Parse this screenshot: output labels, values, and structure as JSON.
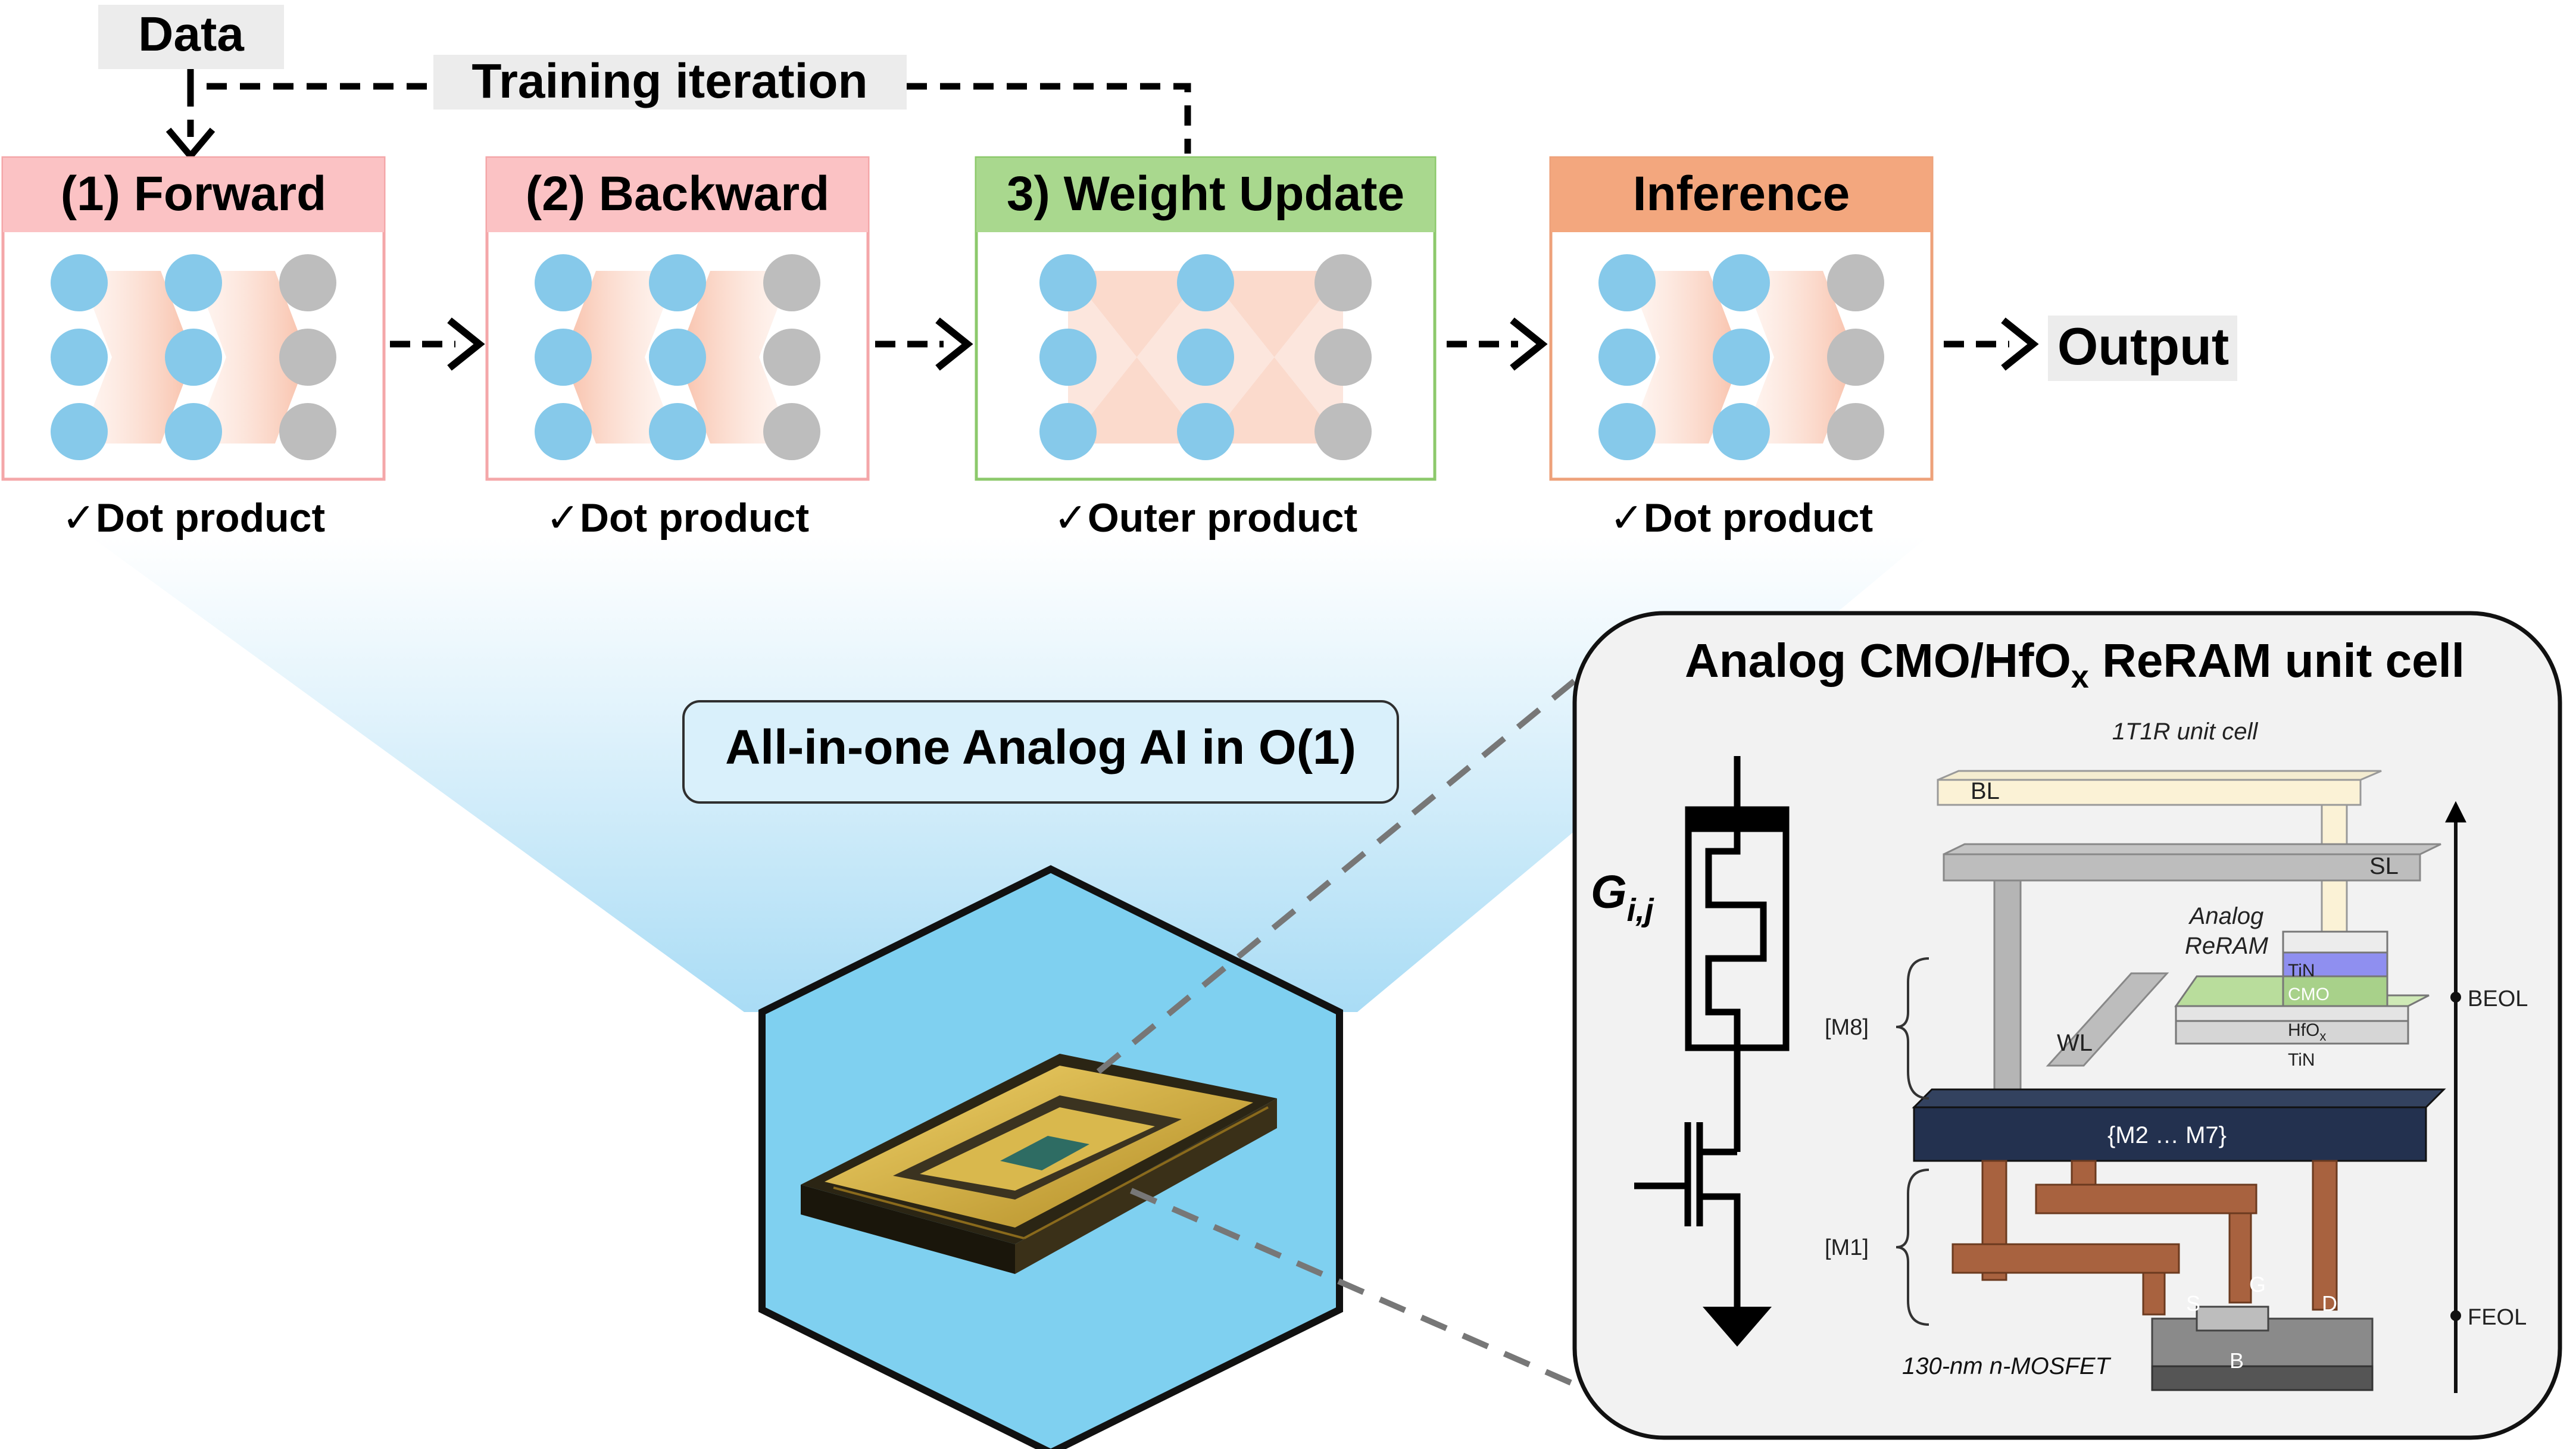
{
  "header": {
    "data_label": "Data",
    "training_label": "Training iteration"
  },
  "stages": [
    {
      "id": "forward",
      "title": "(1) Forward",
      "op": "✓Dot product",
      "direction": "forward",
      "header_color": "#fbc2c4",
      "border_color": "#f4a7a9"
    },
    {
      "id": "backward",
      "title": "(2) Backward",
      "op": "✓Dot product",
      "direction": "backward",
      "header_color": "#fbc2c4",
      "border_color": "#f4a7a9"
    },
    {
      "id": "update",
      "title": "3) Weight Update",
      "op": "✓Outer product",
      "direction": "cross",
      "header_color": "#a9d88e",
      "border_color": "#8cc96b"
    },
    {
      "id": "inference",
      "title": "Inference",
      "op": "✓Dot product",
      "direction": "forward",
      "header_color": "#f3a77e",
      "border_color": "#eea17a"
    }
  ],
  "output_label": "Output",
  "center_badge": "All-in-one Analog AI in O(1)",
  "chip": {
    "icon": "chip-icon"
  },
  "cell_panel": {
    "title_prefix": "Analog CMO/HfO",
    "title_subscript": "x",
    "title_suffix": " ReRAM unit cell",
    "subtitle": "1T1R unit cell",
    "conductance_base": "G",
    "conductance_subscript": "i,j",
    "labels": {
      "bl": "BL",
      "sl": "SL",
      "wl": "WL",
      "analog": "Analog",
      "reram": "ReRAM",
      "tin_top": "TiN",
      "cmo": "CMO",
      "hfo": "HfO",
      "hfo_sub": "x",
      "tin_bottom": "TiN",
      "m2m7": "{M2 … M7}",
      "m8": "[M8]",
      "m1": "[M1]",
      "beol": "BEOL",
      "feol": "FEOL",
      "s": "S",
      "g": "G",
      "d": "D",
      "b": "B",
      "mosfet": "130-nm n-MOSFET"
    }
  },
  "colors": {
    "node_blue": "#86c9ea",
    "node_gray": "#bdbdbd",
    "flow_peach": "#f9c9b5",
    "cone_blue": "#a9dcf5",
    "hexagon": "#7fd0f0",
    "badge_fill": "#d9f0fb",
    "panel_fill": "#f2f2f2"
  }
}
